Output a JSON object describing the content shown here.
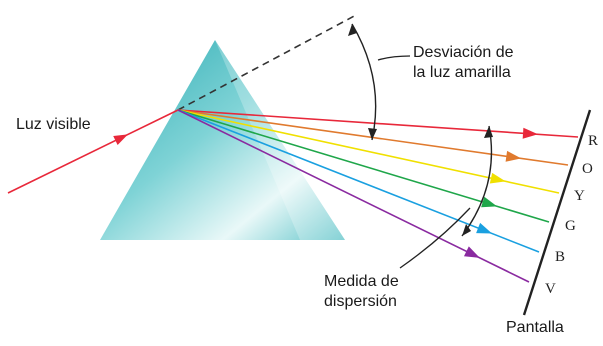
{
  "labels": {
    "light_in": "Luz visible",
    "deviation_line1": "Desviación de",
    "deviation_line2": "la luz amarilla",
    "dispersion_line1": "Medida de",
    "dispersion_line2": "dispersión",
    "screen": "Pantalla"
  },
  "colors": [
    {
      "letter": "R",
      "hex": "#e8283a"
    },
    {
      "letter": "O",
      "hex": "#e07a2e"
    },
    {
      "letter": "Y",
      "hex": "#f0e000"
    },
    {
      "letter": "G",
      "hex": "#1fa64a"
    },
    {
      "letter": "B",
      "hex": "#1aa0e0"
    },
    {
      "letter": "V",
      "hex": "#8a2aa0"
    }
  ],
  "prism_color": "#39b8bf",
  "incident_color": "#e8283a"
}
